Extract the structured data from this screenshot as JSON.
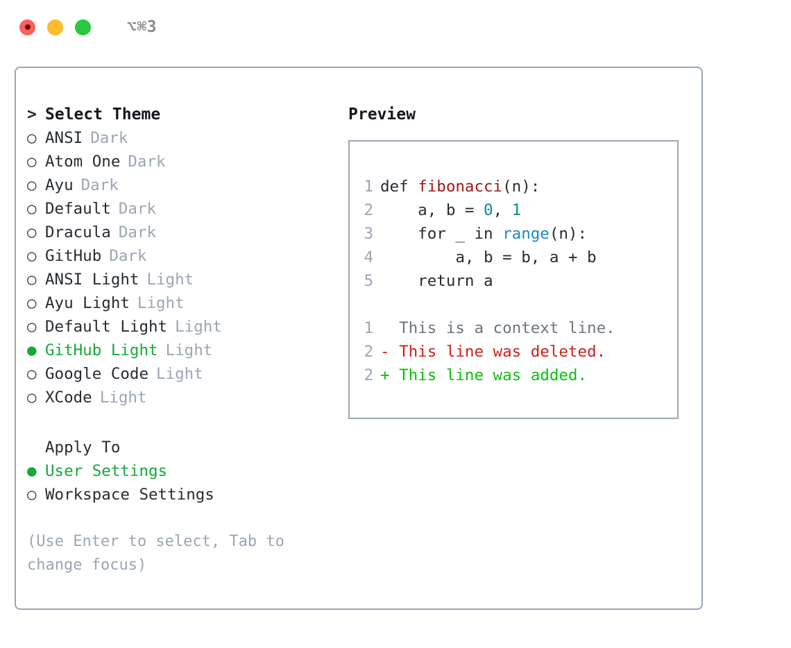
{
  "titlebar": {
    "shortcut": "⌥⌘3",
    "lights": [
      "close-red",
      "minimize-yellow",
      "zoom-green"
    ]
  },
  "theme_list": {
    "header_marker": ">",
    "header": "Select Theme",
    "items": [
      {
        "marker": "○",
        "label": "ANSI",
        "tag": "Dark",
        "selected": false
      },
      {
        "marker": "○",
        "label": "Atom One",
        "tag": "Dark",
        "selected": false
      },
      {
        "marker": "○",
        "label": "Ayu",
        "tag": "Dark",
        "selected": false
      },
      {
        "marker": "○",
        "label": "Default",
        "tag": "Dark",
        "selected": false
      },
      {
        "marker": "○",
        "label": "Dracula",
        "tag": "Dark",
        "selected": false
      },
      {
        "marker": "○",
        "label": "GitHub",
        "tag": "Dark",
        "selected": false
      },
      {
        "marker": "○",
        "label": "ANSI Light",
        "tag": "Light",
        "selected": false
      },
      {
        "marker": "○",
        "label": "Ayu Light",
        "tag": "Light",
        "selected": false
      },
      {
        "marker": "○",
        "label": "Default Light",
        "tag": "Light",
        "selected": false
      },
      {
        "marker": "●",
        "label": "GitHub Light",
        "tag": "Light",
        "selected": true
      },
      {
        "marker": "○",
        "label": "Google Code",
        "tag": "Light",
        "selected": false
      },
      {
        "marker": "○",
        "label": "XCode",
        "tag": "Light",
        "selected": false
      }
    ]
  },
  "apply_to": {
    "header": "Apply To",
    "items": [
      {
        "marker": "●",
        "label": "User Settings",
        "selected": true
      },
      {
        "marker": "○",
        "label": "Workspace Settings",
        "selected": false
      }
    ]
  },
  "hint": "(Use Enter to select, Tab to change focus)",
  "preview": {
    "title": "Preview",
    "code_lines": [
      {
        "num": "1",
        "segments": [
          {
            "text": "def ",
            "token": "plain"
          },
          {
            "text": "fibonacci",
            "token": "function"
          },
          {
            "text": "(n):",
            "token": "plain"
          }
        ]
      },
      {
        "num": "2",
        "segments": [
          {
            "text": "    a, b = ",
            "token": "plain"
          },
          {
            "text": "0",
            "token": "number"
          },
          {
            "text": ", ",
            "token": "plain"
          },
          {
            "text": "1",
            "token": "number"
          }
        ]
      },
      {
        "num": "3",
        "segments": [
          {
            "text": "    for _ in ",
            "token": "plain"
          },
          {
            "text": "range",
            "token": "builtin"
          },
          {
            "text": "(n):",
            "token": "plain"
          }
        ]
      },
      {
        "num": "4",
        "segments": [
          {
            "text": "        a, b = b, a + b",
            "token": "plain"
          }
        ]
      },
      {
        "num": "5",
        "segments": [
          {
            "text": "    return a",
            "token": "plain"
          }
        ]
      }
    ],
    "diff_lines": [
      {
        "num": "1",
        "sign": "  ",
        "text": "This is a context line.",
        "kind": "context"
      },
      {
        "num": "2",
        "sign": "- ",
        "text": "This line was deleted.",
        "kind": "deleted"
      },
      {
        "num": "2",
        "sign": "+ ",
        "text": "This line was added.",
        "kind": "added"
      }
    ]
  },
  "colors": {
    "accent_green": "#15a83a",
    "border": "#9aa5b5",
    "muted_text": "#9aa5b5",
    "body_text": "#262c33",
    "diff_deleted": "#cc2118",
    "diff_added": "#0cc00c",
    "diff_context": "#6d7480",
    "syntax_function": "#a0191b",
    "syntax_number": "#0d8a87",
    "syntax_builtin": "#1a8bc4",
    "light_red": "#ff5f57",
    "light_yellow": "#febc2e",
    "light_green": "#28c840"
  }
}
